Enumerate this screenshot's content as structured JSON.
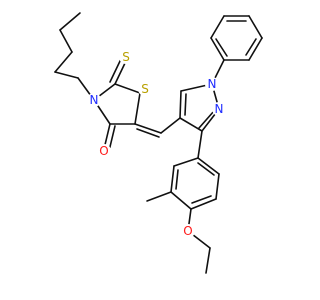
{
  "molecule": {
    "colors": {
      "bond": "#111111",
      "S": "#b8a000",
      "N": "#1f2cff",
      "O": "#ff1a1a"
    },
    "atoms": [
      {
        "id": "S_thione",
        "label": "S",
        "element": "S"
      },
      {
        "id": "S_ring",
        "label": "S",
        "element": "S"
      },
      {
        "id": "N_thiazolidine",
        "label": "N",
        "element": "N"
      },
      {
        "id": "O_carbonyl",
        "label": "O",
        "element": "O"
      },
      {
        "id": "N_pyrazole_1",
        "label": "N",
        "element": "N"
      },
      {
        "id": "N_pyrazole_2",
        "label": "N",
        "element": "N"
      },
      {
        "id": "O_ether",
        "label": "O",
        "element": "O"
      }
    ]
  }
}
